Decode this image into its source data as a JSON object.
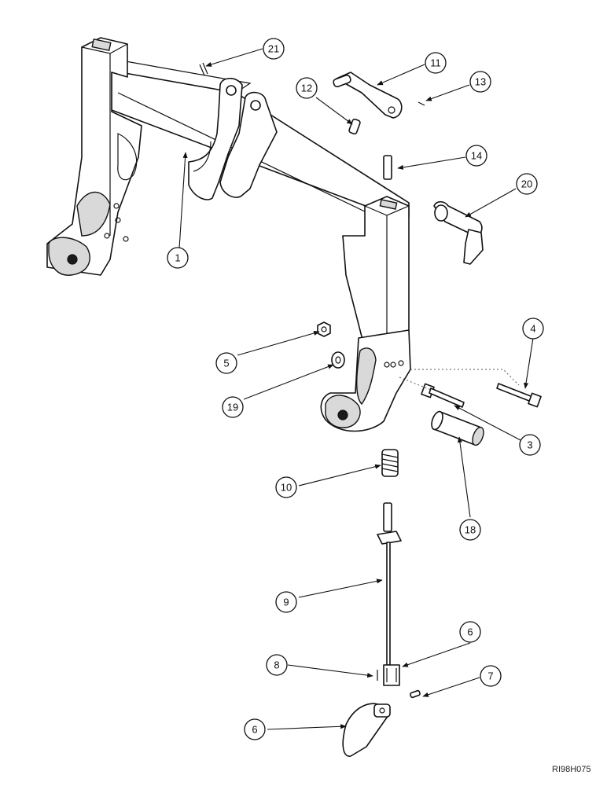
{
  "callouts": [
    {
      "id": "c1",
      "label": "1"
    },
    {
      "id": "c3",
      "label": "3"
    },
    {
      "id": "c4",
      "label": "4"
    },
    {
      "id": "c5",
      "label": "5"
    },
    {
      "id": "c6a",
      "label": "6"
    },
    {
      "id": "c6b",
      "label": "6"
    },
    {
      "id": "c7",
      "label": "7"
    },
    {
      "id": "c8",
      "label": "8"
    },
    {
      "id": "c9",
      "label": "9"
    },
    {
      "id": "c10",
      "label": "10"
    },
    {
      "id": "c11",
      "label": "11"
    },
    {
      "id": "c12",
      "label": "12"
    },
    {
      "id": "c13",
      "label": "13"
    },
    {
      "id": "c14",
      "label": "14"
    },
    {
      "id": "c18",
      "label": "18"
    },
    {
      "id": "c19",
      "label": "19"
    },
    {
      "id": "c20",
      "label": "20"
    },
    {
      "id": "c21",
      "label": "21"
    }
  ],
  "reference_code": "RI98H075",
  "colors": {
    "line": "#111111",
    "background": "#ffffff"
  }
}
